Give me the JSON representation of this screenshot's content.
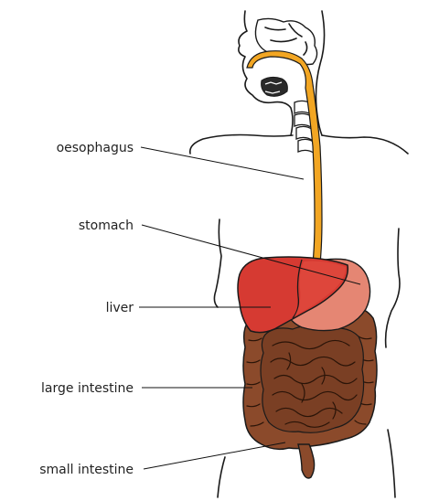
{
  "diagram": {
    "labels": {
      "oesophagus": "oesophagus",
      "stomach": "stomach",
      "liver": "liver",
      "large_intestine": "large intestine",
      "small_intestine": "small intestine"
    },
    "colors": {
      "oesophagus": "#f2a623",
      "liver": "#d63a32",
      "liver_lobe": "#e14b3f",
      "stomach": "#e58673",
      "intestine": "#8b4a2b",
      "outline": "#1a1a1a"
    }
  }
}
